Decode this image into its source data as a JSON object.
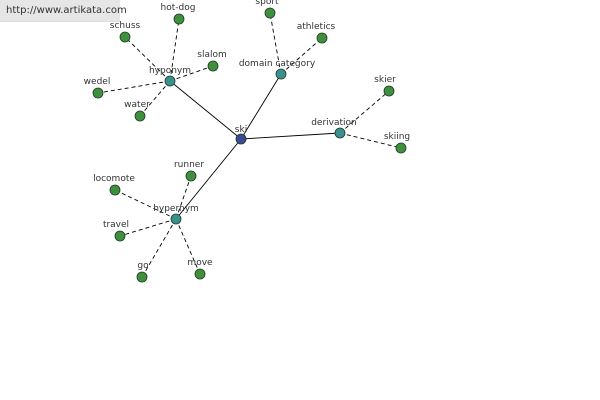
{
  "site_url": "http://www.artikata.com",
  "colors": {
    "root_node": "#3b4a96",
    "category_node": "#3c8f90",
    "leaf_node": "#3f8f3f",
    "node_stroke": "#1d3d1d",
    "edge": "#000000"
  },
  "graph": {
    "root": "ski",
    "categories": [
      {
        "id": "hyponym",
        "label": "hyponym",
        "children": [
          "schuss",
          "hot-dog",
          "slalom",
          "wedel",
          "water"
        ]
      },
      {
        "id": "domain_category",
        "label": "domain category",
        "children": [
          "sport",
          "athletics"
        ]
      },
      {
        "id": "derivation",
        "label": "derivation",
        "children": [
          "skier",
          "skiing"
        ]
      },
      {
        "id": "hypernym",
        "label": "hypernym",
        "children": [
          "runner",
          "locomote",
          "travel",
          "go",
          "move"
        ]
      }
    ]
  }
}
